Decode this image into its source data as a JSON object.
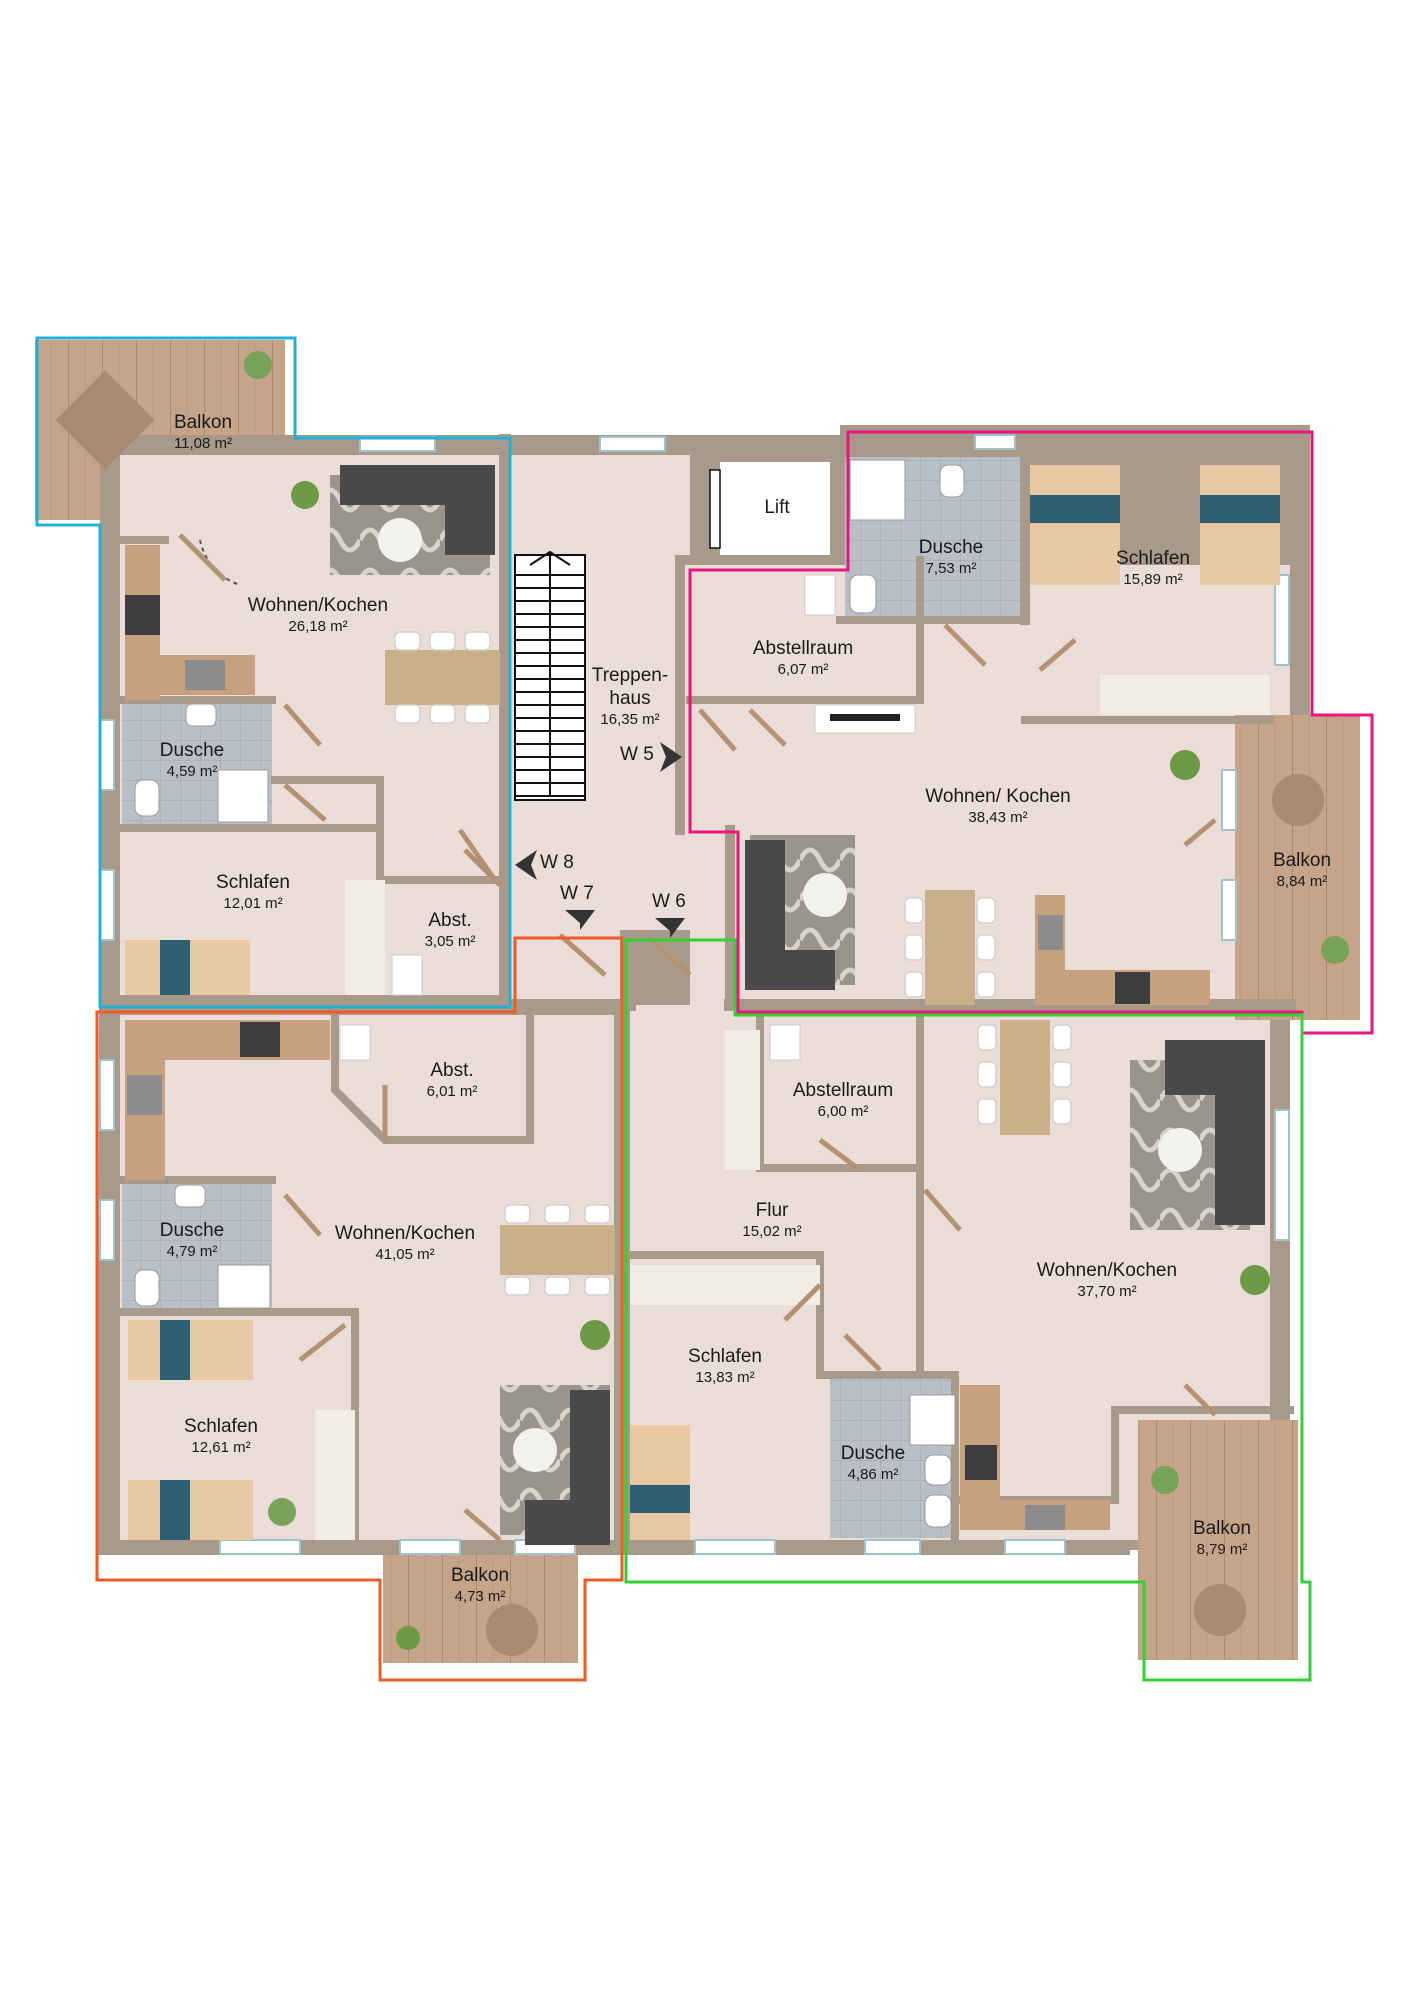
{
  "plan": {
    "colors": {
      "floor": "#eadcd6",
      "wall": "#a8998a",
      "tile": "#b9bfc6",
      "wood": "#c6a48a",
      "sofa": "#4a4a4a",
      "bed_blanket": "#2e5f73",
      "table": "#c9b08a",
      "counter": "#c7a07f",
      "unit_w5": "#e6177f",
      "unit_w6": "#34d134",
      "unit_w7": "#f05a28",
      "unit_w8": "#1fb2d6"
    },
    "rooms": {
      "w8_balkon": {
        "name": "Balkon",
        "area": "11,08 m²"
      },
      "w8_wohnen": {
        "name": "Wohnen/Kochen",
        "area": "26,18 m²"
      },
      "w8_dusche": {
        "name": "Dusche",
        "area": "4,59 m²"
      },
      "w8_schlafen": {
        "name": "Schlafen",
        "area": "12,01 m²"
      },
      "w8_abst": {
        "name": "Abst.",
        "area": "3,05 m²"
      },
      "treppenhaus": {
        "name_line1": "Treppen-",
        "name_line2": "haus",
        "area": "16,35 m²"
      },
      "lift": {
        "name": "Lift"
      },
      "w5_abstellraum": {
        "name": "Abstellraum",
        "area": "6,07 m²"
      },
      "w5_dusche": {
        "name": "Dusche",
        "area": "7,53 m²"
      },
      "w5_schlafen": {
        "name": "Schlafen",
        "area": "15,89 m²"
      },
      "w5_wohnen": {
        "name": "Wohnen/ Kochen",
        "area": "38,43 m²"
      },
      "w5_balkon": {
        "name": "Balkon",
        "area": "8,84 m²"
      },
      "w7_abst": {
        "name": "Abst.",
        "area": "6,01 m²"
      },
      "w7_dusche": {
        "name": "Dusche",
        "area": "4,79 m²"
      },
      "w7_wohnen": {
        "name": "Wohnen/Kochen",
        "area": "41,05 m²"
      },
      "w7_schlafen": {
        "name": "Schlafen",
        "area": "12,61 m²"
      },
      "w7_balkon": {
        "name": "Balkon",
        "area": "4,73 m²"
      },
      "w6_abstellraum": {
        "name": "Abstellraum",
        "area": "6,00 m²"
      },
      "w6_flur": {
        "name": "Flur",
        "area": "15,02 m²"
      },
      "w6_schlafen": {
        "name": "Schlafen",
        "area": "13,83 m²"
      },
      "w6_dusche": {
        "name": "Dusche",
        "area": "4,86 m²"
      },
      "w6_wohnen": {
        "name": "Wohnen/Kochen",
        "area": "37,70 m²"
      },
      "w6_balkon": {
        "name": "Balkon",
        "area": "8,79 m²"
      }
    },
    "markers": {
      "w5": "W 5",
      "w6": "W 6",
      "w7": "W 7",
      "w8": "W 8"
    }
  }
}
